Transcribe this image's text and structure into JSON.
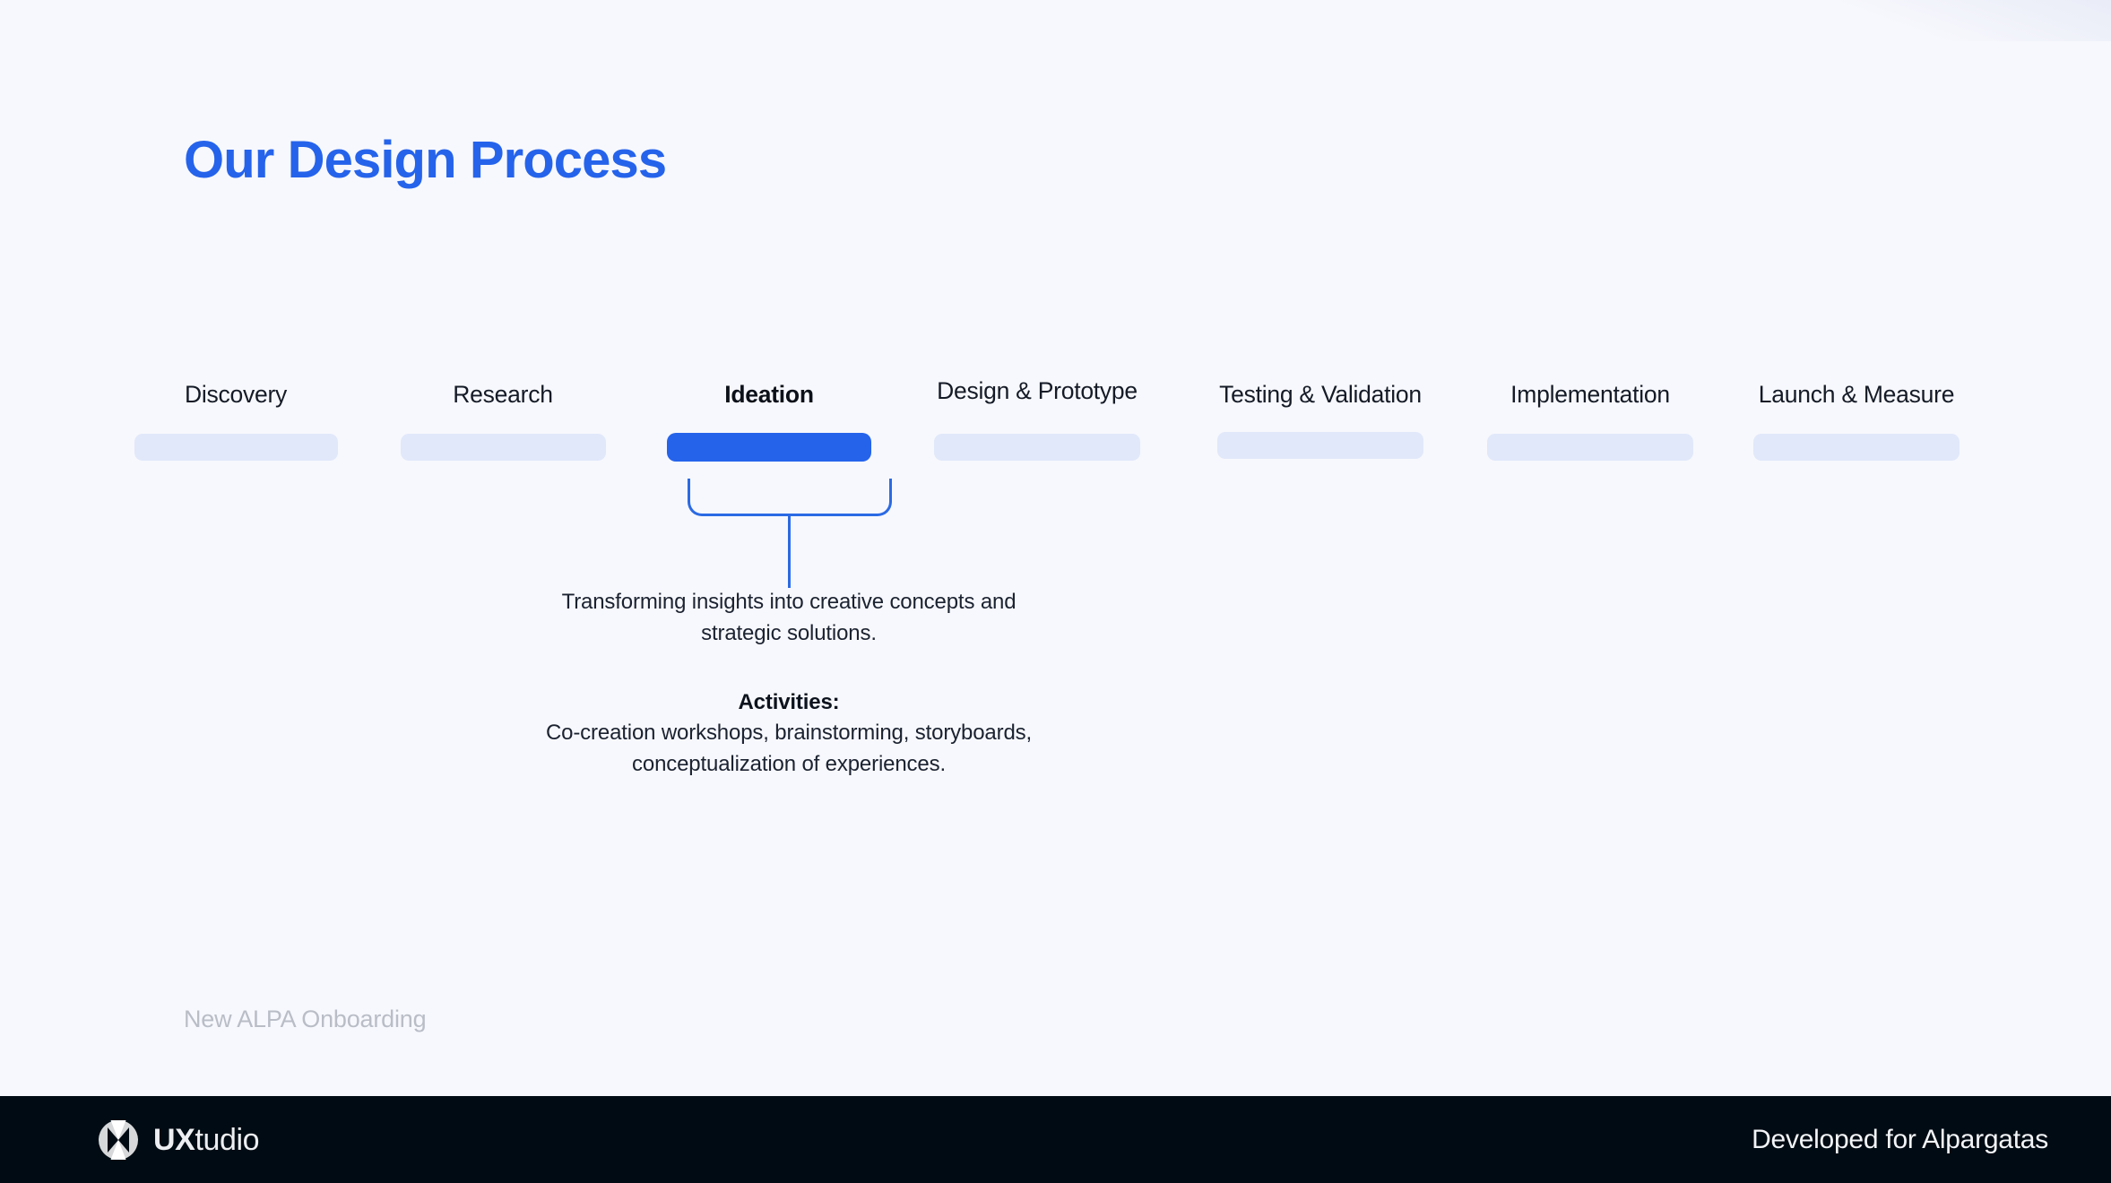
{
  "slide": {
    "title": "Our Design Process",
    "deck_caption": "New ALPA Onboarding",
    "background_color": "#f7f8fd",
    "accent_color": "#2563eb",
    "inactive_bar_color": "#e1e8fa"
  },
  "process": {
    "active_index": 2,
    "steps": [
      {
        "label": "Discovery",
        "state": "inactive"
      },
      {
        "label": "Research",
        "state": "inactive"
      },
      {
        "label": "Ideation",
        "state": "active"
      },
      {
        "label": "Design & Prototype",
        "state": "inactive"
      },
      {
        "label": "Testing & Validation",
        "state": "inactive"
      },
      {
        "label": "Implementation",
        "state": "inactive"
      },
      {
        "label": "Launch & Measure",
        "state": "inactive"
      }
    ]
  },
  "detail": {
    "description_line_1": "Transforming insights into creative concepts and",
    "description_line_2": "strategic solutions.",
    "activities_heading": "Activities:",
    "activities_line_1": "Co-creation workshops, brainstorming, storyboards,",
    "activities_line_2": "conceptualization of experiences."
  },
  "footer": {
    "brand_strong": "UX",
    "brand_rest": "tudio",
    "note": "Developed for Alpargatas",
    "background_color": "#000b13"
  }
}
